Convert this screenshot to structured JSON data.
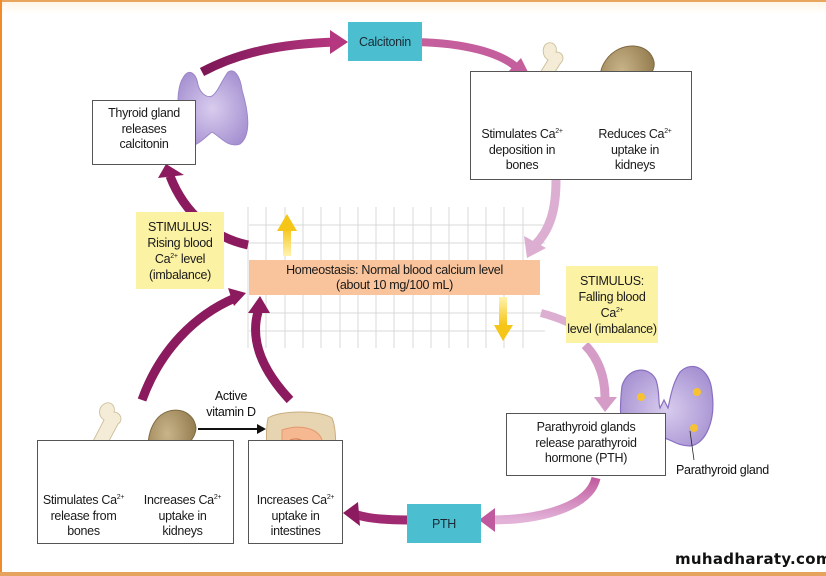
{
  "title": "Calcium homeostasis",
  "colors": {
    "arrow_dark": "#8b1a5e",
    "arrow_light": "#d59cc8",
    "hormone_box": "#4bbfcf",
    "stimulus_box": "#fbf2a4",
    "homeostasis_box": "#f9c39b",
    "indicator_arrow": "#f5c518"
  },
  "homeostasis": {
    "line1": "Homeostasis: Normal blood calcium level",
    "line2": "(about 10 mg/100 mL)"
  },
  "top_loop": {
    "stimulus": {
      "line1": "STIMULUS:",
      "line2": "Rising blood",
      "line3_pre": "Ca",
      "line3_sup": "2+",
      "line3_post": " level",
      "line4": "(imbalance)"
    },
    "gland": {
      "line1": "Thyroid gland",
      "line2": "releases",
      "line3": "calcitonin"
    },
    "hormone": "Calcitonin",
    "effects": [
      {
        "line1_pre": "Stimulates Ca",
        "line1_sup": "2+",
        "line2": "deposition in",
        "line3": "bones",
        "icon": "bone-icon"
      },
      {
        "line1_pre": "Reduces Ca",
        "line1_sup": "2+",
        "line2": "uptake in",
        "line3": "kidneys",
        "icon": "kidney-icon"
      }
    ]
  },
  "bottom_loop": {
    "stimulus": {
      "line1": "STIMULUS:",
      "line2_pre": "Falling blood Ca",
      "line2_sup": "2+",
      "line3": "level (imbalance)"
    },
    "gland": {
      "line1": "Parathyroid glands",
      "line2": "release parathyroid",
      "line3": "hormone (PTH)"
    },
    "gland_label": "Parathyroid gland",
    "hormone": "PTH",
    "vitamin_d": {
      "line1": "Active",
      "line2": "vitamin D"
    },
    "effects": [
      {
        "line1_pre": "Stimulates Ca",
        "line1_sup": "2+",
        "line2": "release from",
        "line3": "bones",
        "icon": "bone-icon"
      },
      {
        "line1_pre": "Increases Ca",
        "line1_sup": "2+",
        "line2": "uptake in",
        "line3": "kidneys",
        "icon": "kidney-icon"
      },
      {
        "line1_pre": "Increases Ca",
        "line1_sup": "2+",
        "line2": "uptake in",
        "line3": "intestines",
        "icon": "intestine-icon"
      }
    ]
  },
  "watermark": "muhadharaty.com"
}
